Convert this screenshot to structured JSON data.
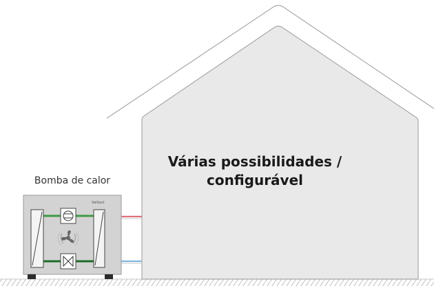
{
  "heat_pump": {
    "label": "Bomba de calor",
    "brand": "Vaillant"
  },
  "house": {
    "label_line1": "Várias possibilidades /",
    "label_line2": "configurável"
  },
  "colors": {
    "house_fill": "#e9e9e9",
    "outline": "#a8a8a8",
    "unit_fill": "#d3d3d3",
    "supply_pipe": "#e0707a",
    "return_pipe": "#7fb6dd",
    "refrigerant_pipe": "#3f9a46",
    "ground_hatch": "#bdbdbd"
  }
}
